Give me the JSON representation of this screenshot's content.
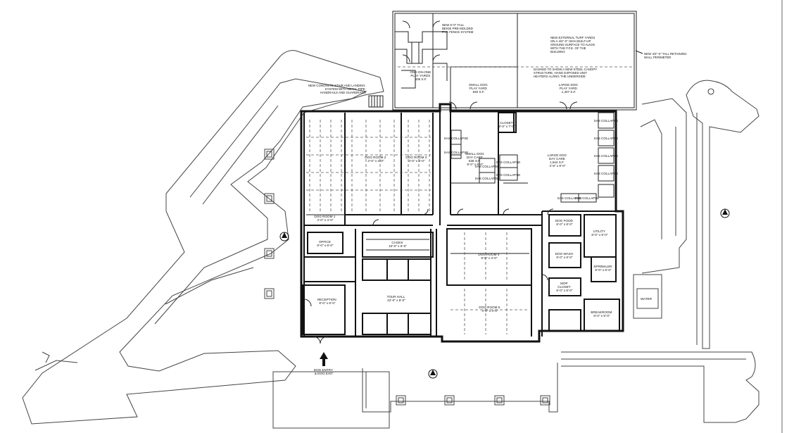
{
  "plan": {
    "notes": {
      "fence": [
        "NEW 6'-0\" TALL",
        "BEIGE PRE-MOLDED",
        "PVC FENCE SYSTEM"
      ],
      "turf": [
        "NEW EXTERNAL TURF YARDS",
        "ON A 4/4\"-0\" HIGH BUILT-UP",
        "GROUND SURFACE TO ALIGN",
        "WITH THE F.F.E. OF THE",
        "BUILDING"
      ],
      "wall": [
        "NEW 4/4\"-0\" TALL RETAINING",
        "WALL PERIMETER"
      ],
      "canopy": [
        "DASHED TO SHOW A NEW STEEL CANOPY",
        "STRUCTURE, HANG EXPOSED UNIT",
        "HEATERS ALONG THE UNDERSIDE"
      ],
      "stair": [
        "NEW CONCRETE STAIR AND LANDING",
        "SYSTEM WITH METAL PIPE",
        "HANDRAILS AND GUARDRAILS"
      ]
    },
    "rooms": {
      "one_on_one": [
        "ONE-ON-ONE",
        "PLAY YARDS",
        "836 S.F."
      ],
      "small_yard": [
        "SMALL DOG",
        "PLAY YARD",
        "840 S.F."
      ],
      "large_yard": [
        "LARGE DOG",
        "PLAY YARD",
        "1,407 S.F."
      ],
      "closet": [
        "CLOSET",
        "8'-0\" x 7'-0\""
      ],
      "small_daycare": [
        "SMALL DOG",
        "DAY CARE",
        "836 S.F.",
        "9'-0\" x 9'-0\""
      ],
      "large_daycare": [
        "LARGE DOG",
        "DAY CARE",
        "1,944 S.F.",
        "4'-8\" x 9'-0\""
      ],
      "kennel1": [
        "DOG ROOM 1",
        "4'-0\" x 4'-0\""
      ],
      "kennel2": [
        "DOG ROOM 2",
        "4'-0\" x 4'-0\""
      ],
      "kennel3": [
        "DOG ROOM 3",
        "4'-0\" x 4'-0\""
      ],
      "kennel4": [
        "DOG ROOM 4",
        "9'-0\" x 4'-0\""
      ],
      "kennel5": [
        "DOG ROOM 5",
        "4'-0\" x 4'-0\""
      ],
      "office": [
        "OFFICE",
        "8'-0\" x 8'-0\""
      ],
      "cages": [
        "CAGES",
        "10'-0\" x 6'-0\""
      ],
      "reception": [
        "RECEPTION",
        "8'-0\" x 8'-0\""
      ],
      "tour_hall": [
        "TOUR HALL",
        "42'-0\" x 8'-0\""
      ],
      "dog_food": [
        "DOG FOOD",
        "8'-0\" x 8'-0\""
      ],
      "utility": [
        "UTILITY",
        "8'-0\" x 9'-0\""
      ],
      "dog_wash": [
        "DOG WASH",
        "8'-0\" x 8'-0\""
      ],
      "sprinkler": [
        "SPRINKLER",
        "8'-0\" x 8'-0\""
      ],
      "mop": [
        "MOP",
        "CLOSET",
        "8'-0\" x 8'-0\""
      ],
      "breakroom": [
        "BREAKROOM",
        "8'-0\" x 9'-0\""
      ],
      "entry": [
        "DOG ENTRY",
        "& DOG EXIT"
      ],
      "water": "WATER",
      "collapse": "SAS COLLAPSE"
    }
  }
}
